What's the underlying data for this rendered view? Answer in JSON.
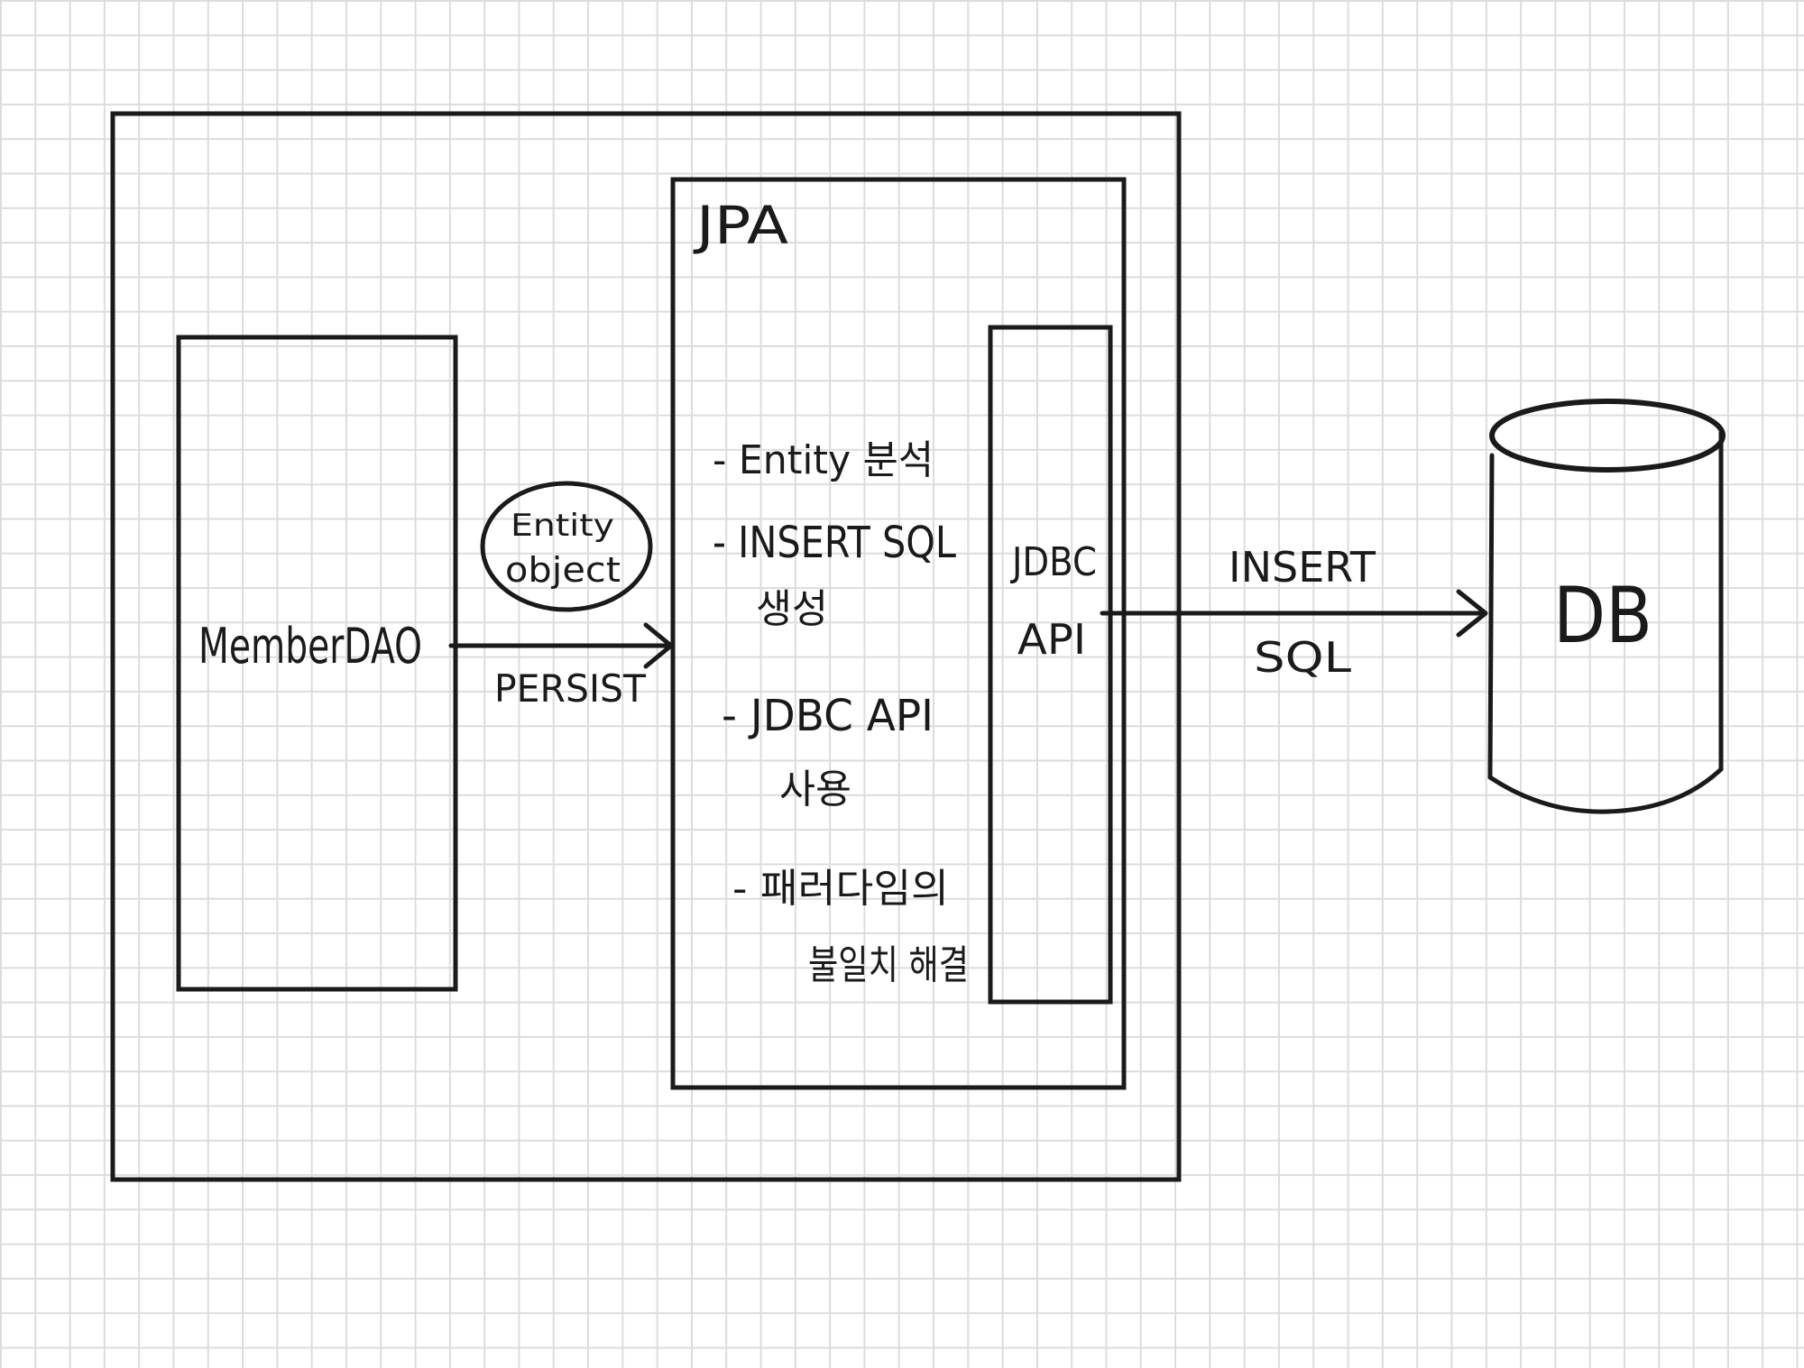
{
  "diagram": {
    "jpa_label": "JPA",
    "member_dao_label": "MemberDAO",
    "entity_object_label": [
      "Entity",
      "object"
    ],
    "persist_label": "PERSIST",
    "jpa_steps": [
      [
        "- Entity 분석"
      ],
      [
        "- INSERT SQL",
        "생성"
      ],
      [
        "- JDBC API",
        "사용"
      ],
      [
        "- 패러다임의",
        "불일치 해결"
      ]
    ],
    "jdbc_api_label": [
      "JDBC",
      "API"
    ],
    "insert_sql_label": [
      "INSERT",
      "SQL"
    ],
    "db_label": "DB"
  },
  "colors": {
    "ink": "#1a1a1a",
    "grid": "#dcdcdc",
    "background": "#ffffff"
  }
}
